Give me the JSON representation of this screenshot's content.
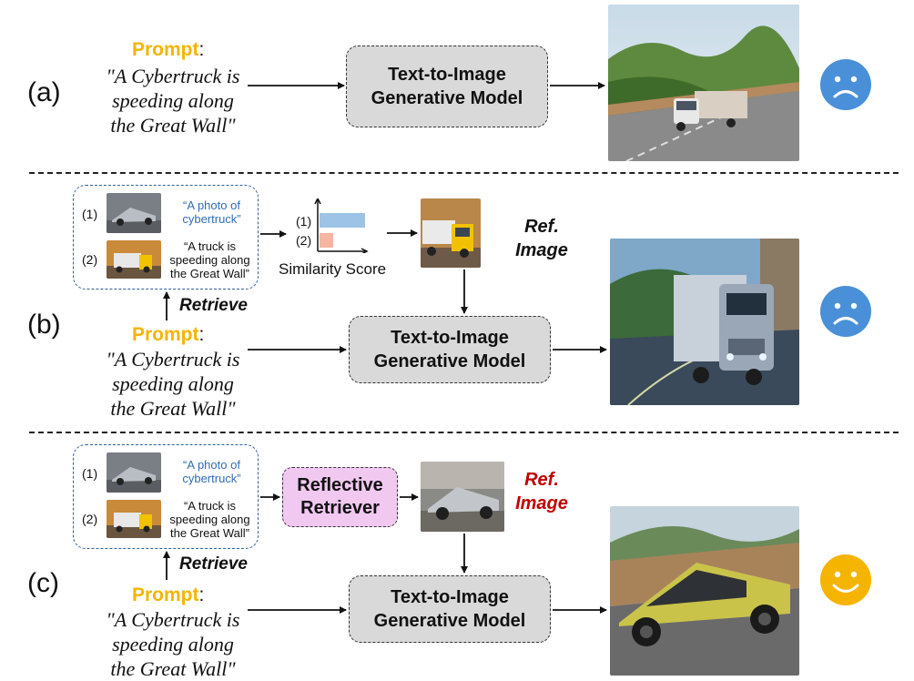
{
  "panels": [
    {
      "label": "(a)",
      "prompt_keyword": "Prompt",
      "prompt_colon": ":",
      "prompt_lines": [
        "\"A Cybertruck is",
        "speeding along",
        "the Great Wall\""
      ],
      "model_lines": [
        "Text-to-Image",
        "Generative Model"
      ],
      "face": "sad-face"
    },
    {
      "label": "(b)",
      "prompt_keyword": "Prompt",
      "prompt_colon": ":",
      "prompt_lines": [
        "\"A Cybertruck is",
        "speeding along",
        "the Great Wall\""
      ],
      "model_lines": [
        "Text-to-Image",
        "Generative Model"
      ],
      "retrieve_label": "Retrieve",
      "candidates": [
        {
          "index": "(1)",
          "caption_lines": [
            "“A photo of",
            "cybertruck”"
          ]
        },
        {
          "index": "(2)",
          "caption_lines": [
            "“A truck is",
            "speeding along",
            "the Great Wall”"
          ]
        }
      ],
      "similarity": {
        "label": "Similarity Score",
        "bars": [
          {
            "index": "(1)",
            "value": 1.0,
            "color": "#9dc3e6"
          },
          {
            "index": "(2)",
            "value": 0.3,
            "color": "#f4b6a0"
          }
        ]
      },
      "ref_lines": [
        "Ref.",
        "Image"
      ],
      "ref_color": "#111111",
      "face": "sad-face"
    },
    {
      "label": "(c)",
      "prompt_keyword": "Prompt",
      "prompt_colon": ":",
      "prompt_lines": [
        "\"A Cybertruck is",
        "speeding along",
        "the Great Wall\""
      ],
      "model_lines": [
        "Text-to-Image",
        "Generative Model"
      ],
      "retrieve_label": "Retrieve",
      "candidates": [
        {
          "index": "(1)",
          "caption_lines": [
            "“A photo of",
            "cybertruck”"
          ]
        },
        {
          "index": "(2)",
          "caption_lines": [
            "“A truck is",
            "speeding along",
            "the Great Wall”"
          ]
        }
      ],
      "retriever_lines": [
        "Reflective",
        "Retriever"
      ],
      "ref_lines": [
        "Ref.",
        "Image"
      ],
      "ref_color": "#c00000",
      "face": "happy-face"
    }
  ],
  "colors": {
    "prompt_keyword": "#f5b400",
    "sad_face": "#4a90d9",
    "happy_face": "#f5b400",
    "model_box": "#d9d9d9",
    "reflective_box": "#f0c8f0",
    "retrieval_border": "#2f5f9a",
    "caption_blue": "#2f6db5"
  }
}
